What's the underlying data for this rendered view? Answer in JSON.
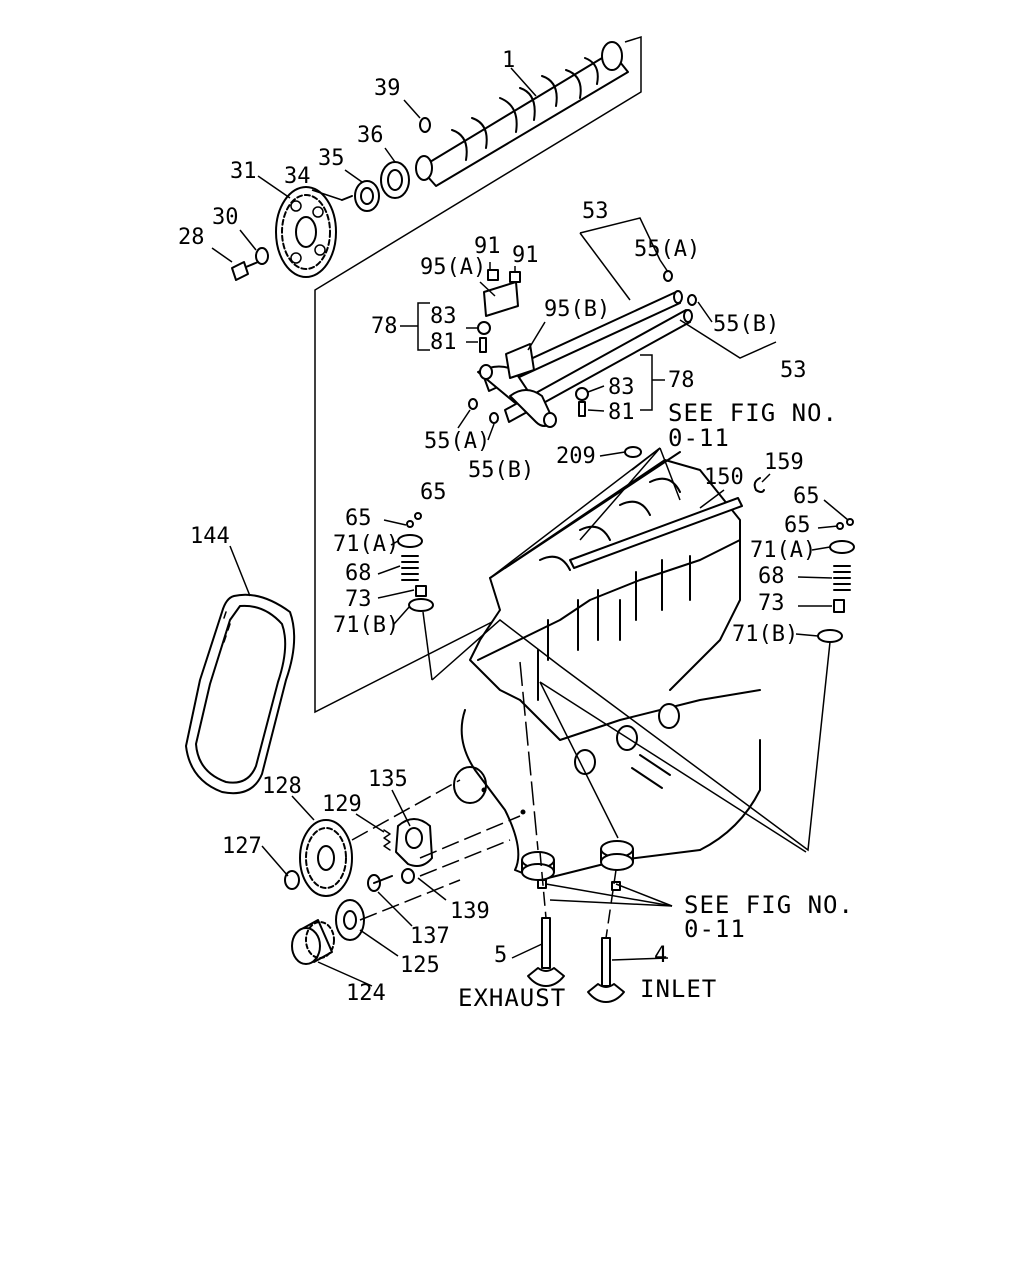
{
  "labels": {
    "p1": "1",
    "p39": "39",
    "p36": "36",
    "p35": "35",
    "p34": "34",
    "p31": "31",
    "p30": "30",
    "p28": "28",
    "p53_top": "53",
    "p55a_top": "55(A)",
    "p91_a": "91",
    "p91_b": "91",
    "p95a": "95(A)",
    "p95b": "95(B)",
    "p55b_top": "55(B)",
    "p53_right": "53",
    "p78_left": "78",
    "p83_left": "83",
    "p81_left": "81",
    "p83_right": "83",
    "p78_right": "78",
    "p81_right": "81",
    "p55a_bot": "55(A)",
    "p55b_bot": "55(B)",
    "see_fig_top_1": "SEE FIG NO.",
    "see_fig_top_2": "0-11",
    "p209": "209",
    "p159": "159",
    "p150": "150",
    "p65_l1": "65",
    "p65_l2": "65",
    "p71a_l": "71(A)",
    "p68_l": "68",
    "p73_l": "73",
    "p71b_l": "71(B)",
    "p65_r1": "65",
    "p65_r2": "65",
    "p71a_r": "71(A)",
    "p68_r": "68",
    "p73_r": "73",
    "p71b_r": "71(B)",
    "p144": "144",
    "p128": "128",
    "p129": "129",
    "p135": "135",
    "p127": "127",
    "p139": "139",
    "p137": "137",
    "p125": "125",
    "p124": "124",
    "see_fig_bot_1": "SEE FIG NO.",
    "see_fig_bot_2": "0-11",
    "p5": "5",
    "p4": "4",
    "exhaust": "EXHAUST",
    "inlet": "INLET"
  }
}
